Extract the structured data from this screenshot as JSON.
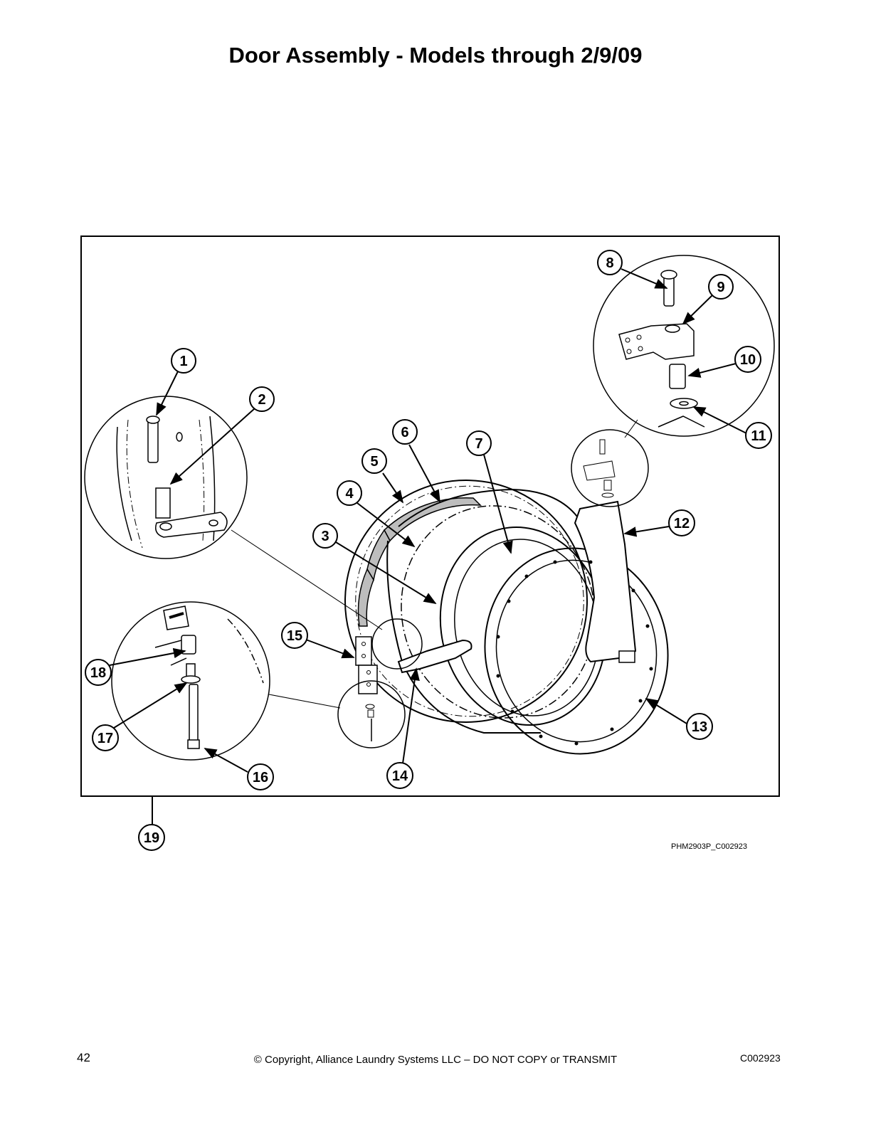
{
  "page": {
    "title": "Door Assembly - Models through 2/9/09",
    "figure_code": "PHM2903P_C002923",
    "page_number": "42",
    "copyright": "© Copyright, Alliance Laundry Systems LLC – DO NOT COPY or TRANSMIT",
    "doc_code": "C002923"
  },
  "callouts": [
    "1",
    "2",
    "3",
    "4",
    "5",
    "6",
    "7",
    "8",
    "9",
    "10",
    "11",
    "12",
    "13",
    "14",
    "15",
    "16",
    "17",
    "18",
    "19"
  ]
}
